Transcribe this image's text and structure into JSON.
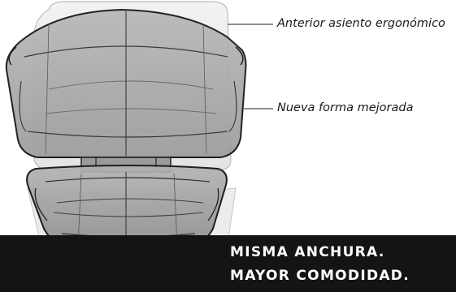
{
  "callouts": {
    "previous_seat": "Anterior asiento ergonómico",
    "new_shape": "Nueva forma mejorada"
  },
  "banner": {
    "line1": "MISMA ANCHURA.",
    "line2": "MAYOR COMODIDAD."
  }
}
